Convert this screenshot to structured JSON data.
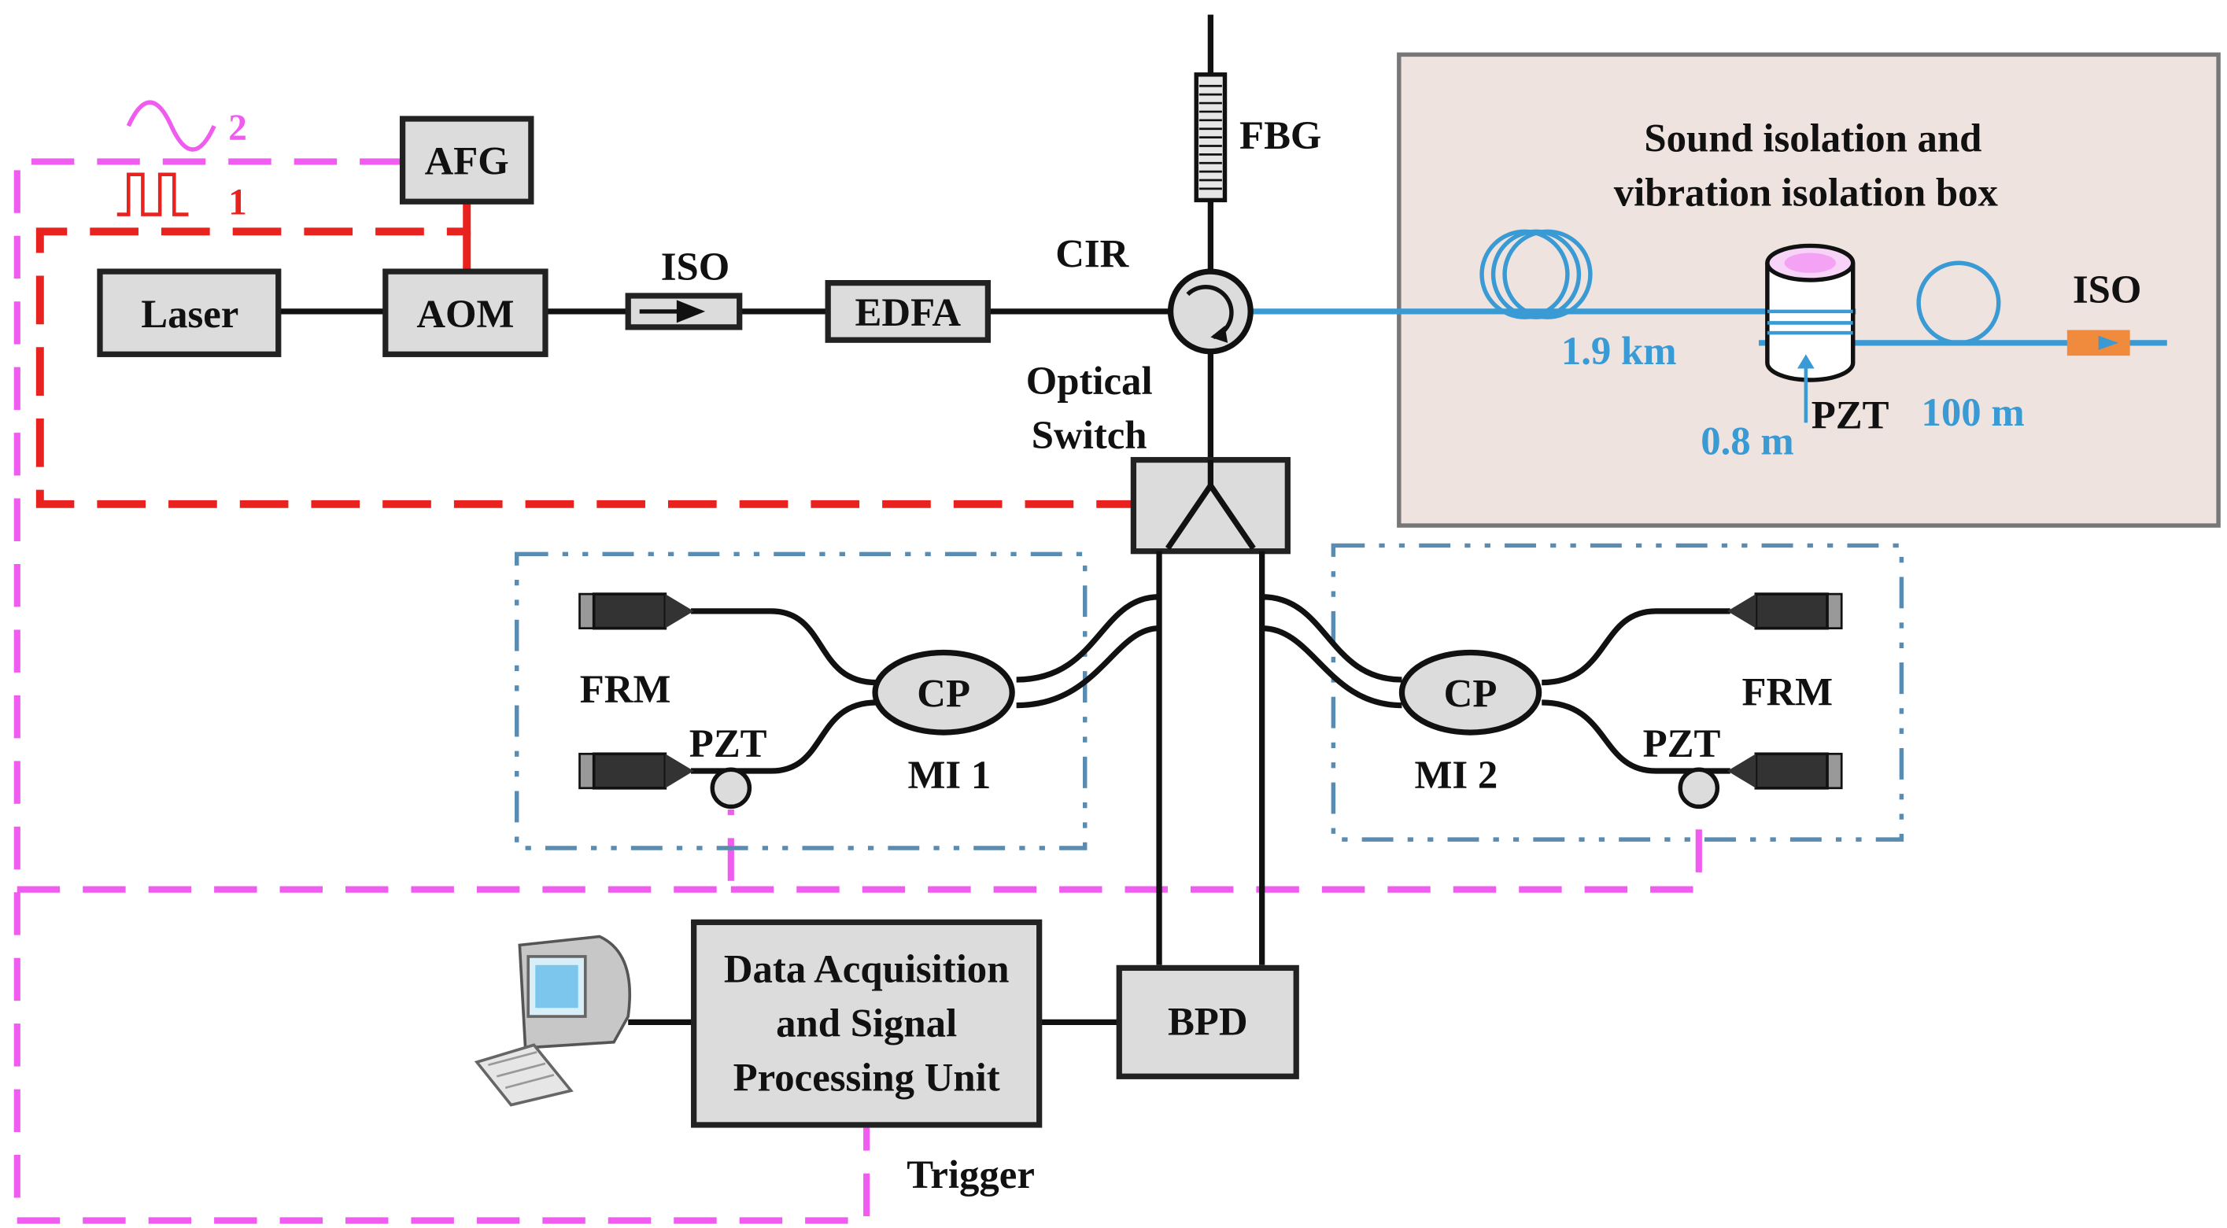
{
  "labels": {
    "afg": "AFG",
    "laser": "Laser",
    "aom": "AOM",
    "iso_top": "ISO",
    "edfa": "EDFA",
    "cir": "CIR",
    "fbg": "FBG",
    "optical_switch_1": "Optical",
    "optical_switch_2": "Switch",
    "box_title_1": "Sound isolation and",
    "box_title_2": "vibration isolation box",
    "fiber_1_9km": "1.9 km",
    "fiber_0_8m": "0.8 m",
    "pzt_box": "PZT",
    "fiber_100m": "100 m",
    "iso_box": "ISO",
    "frm_left": "FRM",
    "pzt_left": "PZT",
    "cp_left": "CP",
    "mi1": "MI 1",
    "cp_right": "CP",
    "mi2": "MI 2",
    "frm_right": "FRM",
    "pzt_right": "PZT",
    "daq_1": "Data Acquisition",
    "daq_2": "and Signal",
    "daq_3": "Processing Unit",
    "bpd": "BPD",
    "trigger": "Trigger",
    "channel_1": "1",
    "channel_2": "2"
  },
  "colors": {
    "fiber_blue": "#3a9ad4",
    "signal_magenta": "#f05bf0",
    "control_red": "#e8231f",
    "box_fill": "#dcdcdc",
    "isolation_box_fill": "#efe3e0",
    "iso_orange": "#f08a3c"
  },
  "icons": {
    "computer": "computer-icon",
    "circulator": "circulator-icon",
    "fbg": "fbg-grating-icon"
  }
}
